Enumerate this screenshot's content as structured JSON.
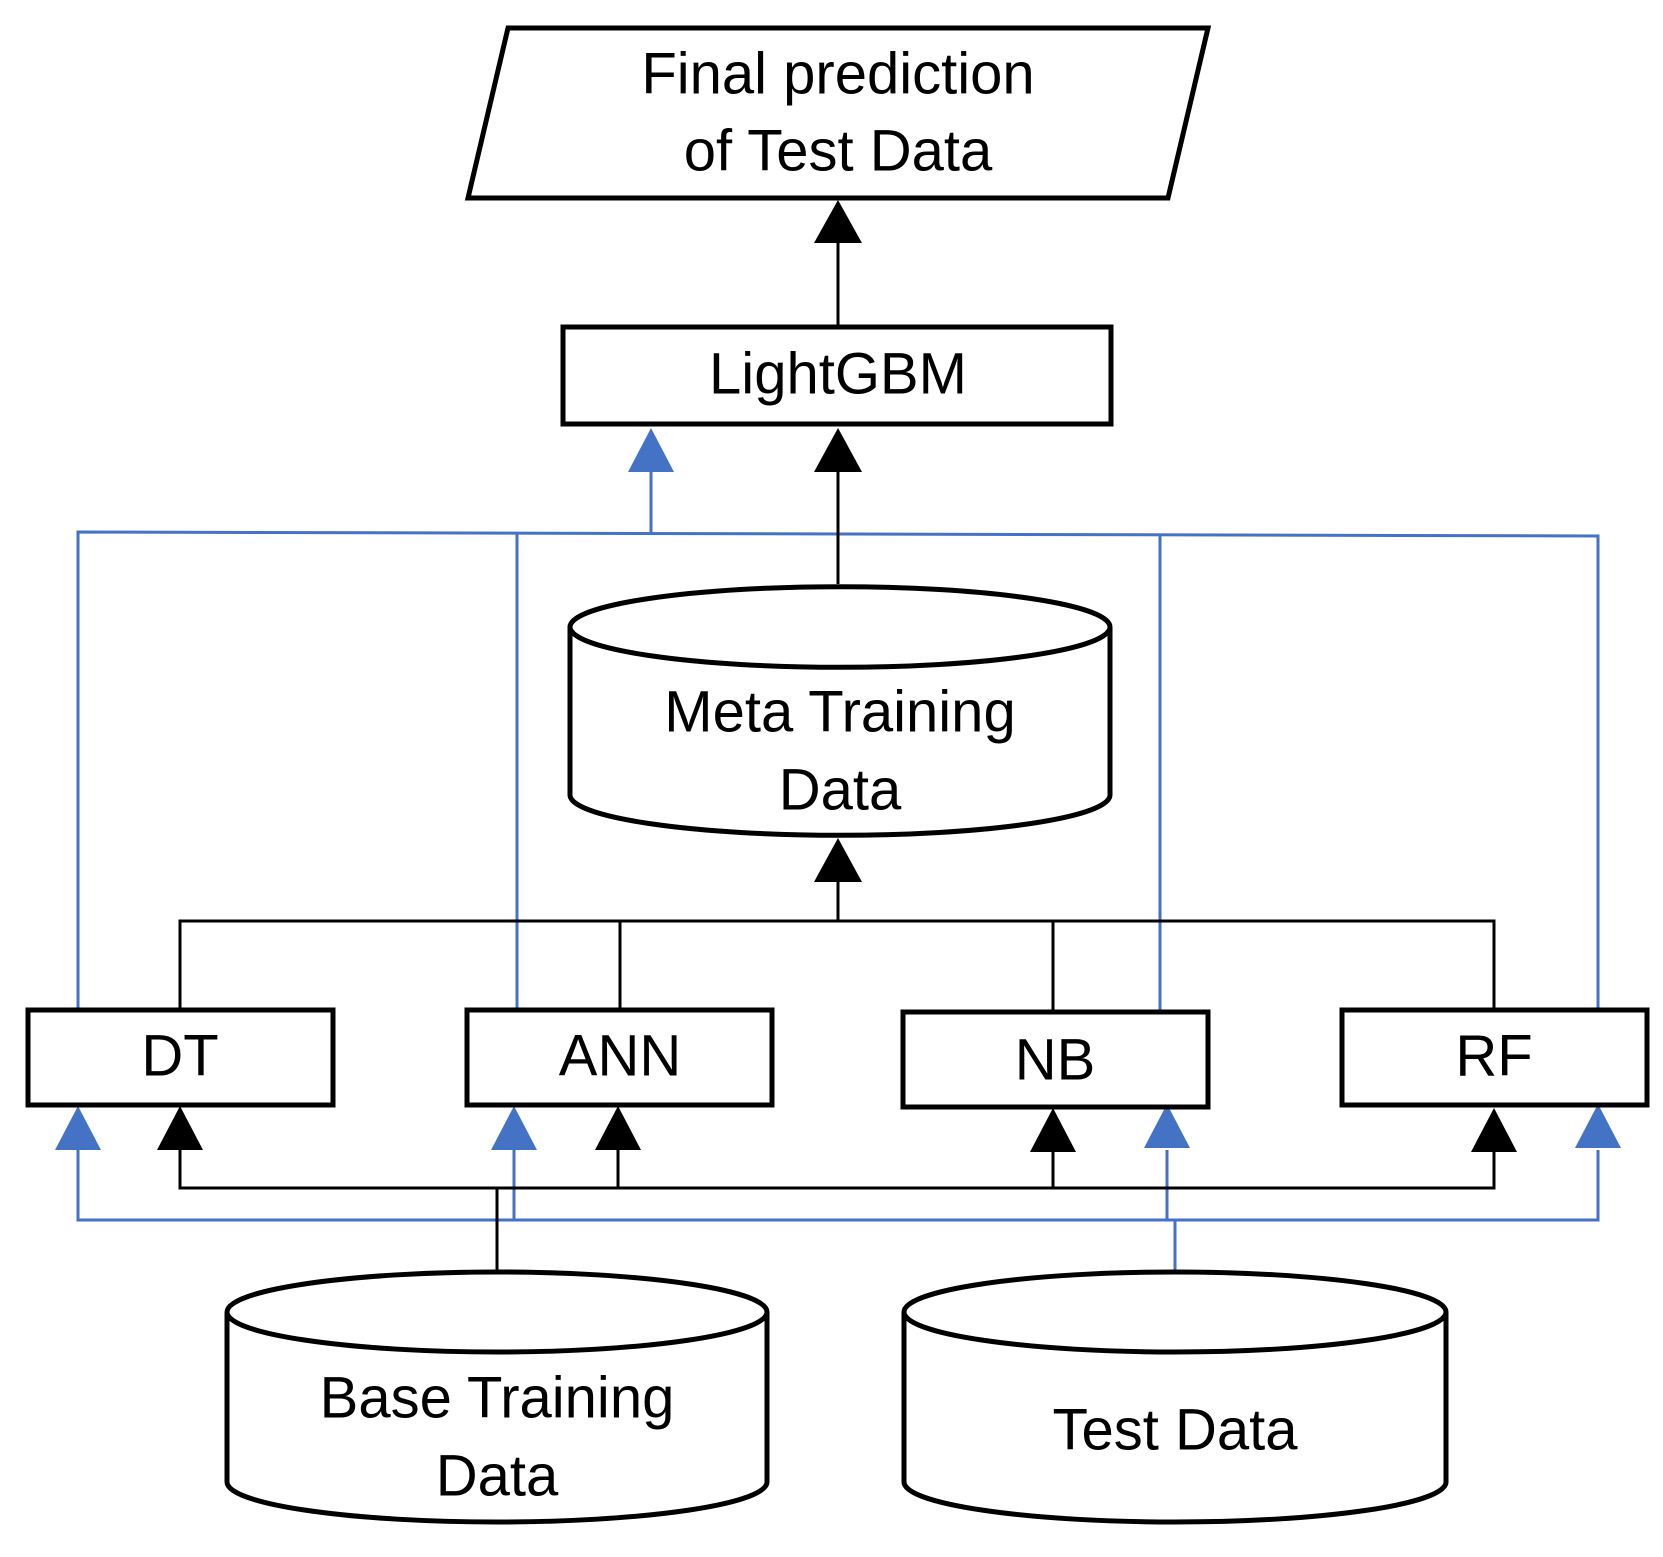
{
  "colors": {
    "primary_flow": "#000000",
    "test_flow": "#4472C4"
  },
  "nodes": {
    "final_output": {
      "line1": "Final prediction",
      "line2": "of Test Data"
    },
    "meta_model": {
      "label": "LightGBM"
    },
    "meta_training_data": {
      "line1": "Meta Training",
      "line2": "Data"
    },
    "base_models": [
      {
        "label": "DT"
      },
      {
        "label": "ANN"
      },
      {
        "label": "NB"
      },
      {
        "label": "RF"
      }
    ],
    "base_training_data": {
      "line1": "Base Training",
      "line2": "Data"
    },
    "test_data": {
      "label": "Test Data"
    }
  }
}
